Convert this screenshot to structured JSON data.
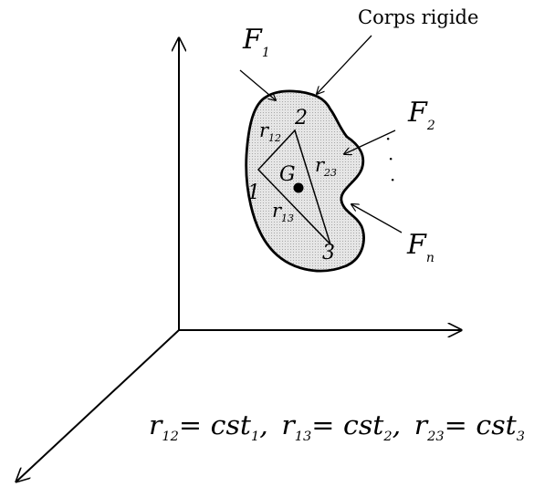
{
  "labels": {
    "body_label": "Corps rigide",
    "force_1": {
      "main": "F",
      "sub": "1"
    },
    "force_2": {
      "main": "F",
      "sub": "2"
    },
    "force_n": {
      "main": "F",
      "sub": "n"
    },
    "ellipsis_dots": [
      "·",
      "·",
      "·"
    ],
    "point_1": "1",
    "point_2": "2",
    "point_3": "3",
    "center_of_mass": "G",
    "distance_12": {
      "main": "r",
      "sub": "12"
    },
    "distance_13": {
      "main": "r",
      "sub": "13"
    },
    "distance_23": {
      "main": "r",
      "sub": "23"
    }
  },
  "equation": {
    "t1_main": "r",
    "t1_sub": "12",
    "t1_rhs": "= cst",
    "t1_rhs_sub": "1",
    "sep1": ",",
    "t2_main": "r",
    "t2_sub": "13",
    "t2_rhs": "= cst",
    "t2_rhs_sub": "2",
    "sep2": ",",
    "t3_main": "r",
    "t3_sub": "23",
    "t3_rhs": "= cst",
    "t3_rhs_sub": "3"
  },
  "colors": {
    "body_fill": "#d6d6d6",
    "stroke": "#000000"
  }
}
